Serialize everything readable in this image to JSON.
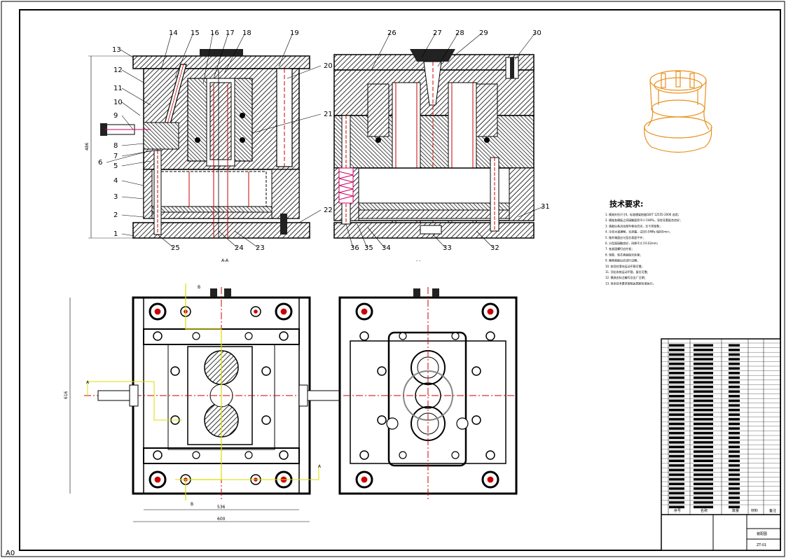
{
  "sheet": {
    "size": "A0"
  },
  "callouts": {
    "front": [
      "1",
      "2",
      "3",
      "4",
      "5",
      "6",
      "7",
      "8",
      "9",
      "10",
      "11",
      "12",
      "13",
      "14",
      "15",
      "16",
      "17",
      "18",
      "19",
      "20",
      "21",
      "22",
      "23",
      "24",
      "25"
    ],
    "side": [
      "26",
      "27",
      "28",
      "29",
      "30",
      "31",
      "32",
      "33",
      "34",
      "35",
      "36"
    ]
  },
  "dimensions": {
    "front_height": "486",
    "plan_width_inner": "536",
    "plan_width_outer": "600",
    "plan_height": "616"
  },
  "section_marks": {
    "a": "A-A",
    "b": "B-B",
    "b_mark": "B",
    "a_mark": "A"
  },
  "tech_requirements": {
    "title": "技术要求:",
    "items": [
      "1. 模具外形尺寸Ⅱ，标准模架依据GB/T 12555-2006 选用；",
      "2. 模架各模板之间接触面积不少于80%，导柱导套配合良好；",
      "3. 装配后各活动部件移动灵活，无卡滞现象；",
      "4. 冷却水道通畅，无渗漏，试压0.5MPa 保持5min；",
      "5. 推杆端面应与型芯表面平齐；",
      "6. 分型面接触良好，间隙不大于0.02mm；",
      "7. 各紧固螺钉应拧紧；",
      "8. 型腔、型芯表面抛光处理；",
      "9. 模具装配后应进行试模；",
      "10. 斜导柱滑块运动平稳可靠；",
      "11. 顶出系统运动平稳，复位可靠；",
      "12. 模具应标注编号及出厂日期；",
      "13. 其余技术要求按相关国家标准执行。"
    ]
  },
  "title_block": {
    "drawing_no": "ZT-01",
    "labels": [
      "序号",
      "名称",
      "数量",
      "材料",
      "备注"
    ],
    "main": "装配图"
  }
}
